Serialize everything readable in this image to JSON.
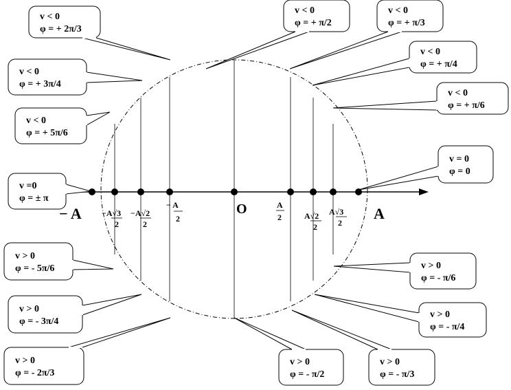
{
  "axis": {
    "left_label": "− A",
    "origin_label": "O",
    "right_label": "A"
  },
  "ticks": [
    {
      "id": "neg-a",
      "label_top": "",
      "label_bottom": ""
    },
    {
      "id": "neg-a-sqrt3-2",
      "label_top": "−A√3",
      "label_bottom": "2"
    },
    {
      "id": "neg-a-sqrt2-2",
      "label_top": "−A√2",
      "label_bottom": "2"
    },
    {
      "id": "neg-a-2",
      "label_top": "− A",
      "label_bottom": "2"
    },
    {
      "id": "origin",
      "label_top": "",
      "label_bottom": ""
    },
    {
      "id": "a-2",
      "label_top": "A",
      "label_bottom": "2"
    },
    {
      "id": "a-sqrt2-2",
      "label_top": "A√2",
      "label_bottom": "2"
    },
    {
      "id": "a-sqrt3-2",
      "label_top": "A√3",
      "label_bottom": "2"
    },
    {
      "id": "pos-a",
      "label_top": "",
      "label_bottom": ""
    }
  ],
  "callouts": [
    {
      "id": "top-2pi3",
      "v": "v < 0",
      "phi": "φ = + 2π/3"
    },
    {
      "id": "top-3pi4",
      "v": "v < 0",
      "phi": "φ = + 3π/4"
    },
    {
      "id": "top-5pi6",
      "v": "v < 0",
      "phi": "φ = + 5π/6"
    },
    {
      "id": "top-pi2",
      "v": "v < 0",
      "phi": "φ = + π/2"
    },
    {
      "id": "top-pi3",
      "v": "v < 0",
      "phi": "φ = + π/3"
    },
    {
      "id": "top-pi4",
      "v": "v < 0",
      "phi": "φ = + π/4"
    },
    {
      "id": "top-pi6",
      "v": "v < 0",
      "phi": "φ = + π/6"
    },
    {
      "id": "right-0",
      "v": "v = 0",
      "phi": "φ = 0"
    },
    {
      "id": "left-pi",
      "v": "v =0",
      "phi": "φ = ± π"
    },
    {
      "id": "bot-5pi6",
      "v": "v > 0",
      "phi": "φ = - 5π/6"
    },
    {
      "id": "bot-3pi4",
      "v": "v > 0",
      "phi": "φ = - 3π/4"
    },
    {
      "id": "bot-2pi3",
      "v": "v > 0",
      "phi": "φ = - 2π/3"
    },
    {
      "id": "bot-pi2",
      "v": "v > 0",
      "phi": "φ = - π/2"
    },
    {
      "id": "bot-pi3",
      "v": "v > 0",
      "phi": "φ = - π/3"
    },
    {
      "id": "bot-pi4",
      "v": "v > 0",
      "phi": "φ = - π/4"
    },
    {
      "id": "bot-pi6",
      "v": "v > 0",
      "phi": "φ = - π/6"
    }
  ]
}
